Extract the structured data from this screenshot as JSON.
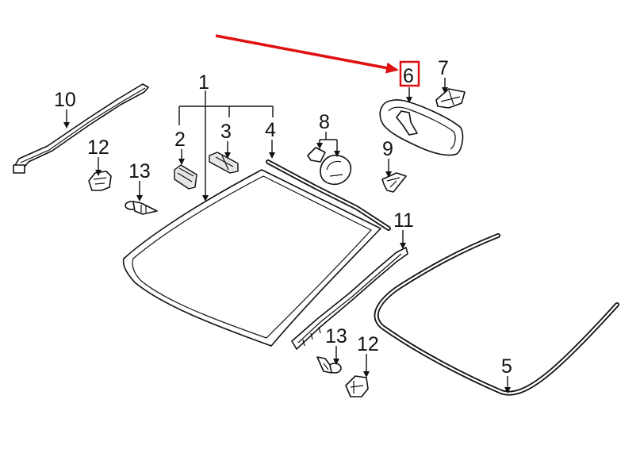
{
  "callouts": {
    "part_1": "1",
    "part_2": "2",
    "part_3": "3",
    "part_4": "4",
    "part_5": "5",
    "part_6": "6",
    "part_7": "7",
    "part_8": "8",
    "part_9": "9",
    "part_10": "10",
    "part_11": "11",
    "part_12_upper": "12",
    "part_12_lower": "12",
    "part_13_upper": "13",
    "part_13_lower": "13"
  },
  "highlight": {
    "target_callout": "6",
    "color": "#e01010"
  }
}
